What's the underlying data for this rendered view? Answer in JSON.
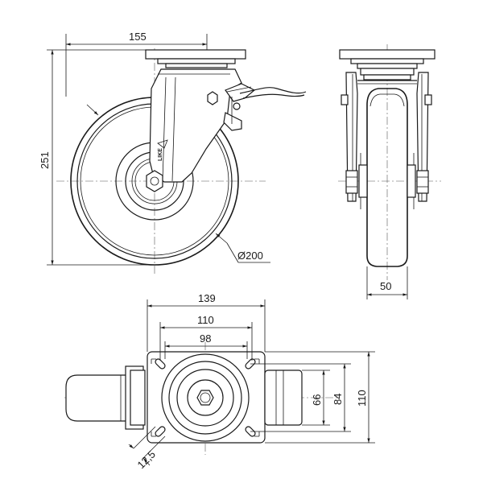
{
  "dimensions": {
    "side_width": "155",
    "height": "251",
    "wheel_diameter": "Ø200",
    "wheel_width": "50",
    "plate_length": "139",
    "bolt_spacing_long": "110",
    "plate_inner": "98",
    "bolt_spacing_short": "84",
    "plate_inner_short": "66",
    "plate_width": "110",
    "bolt_hole": "12,5"
  },
  "logo_text": "LIKE"
}
